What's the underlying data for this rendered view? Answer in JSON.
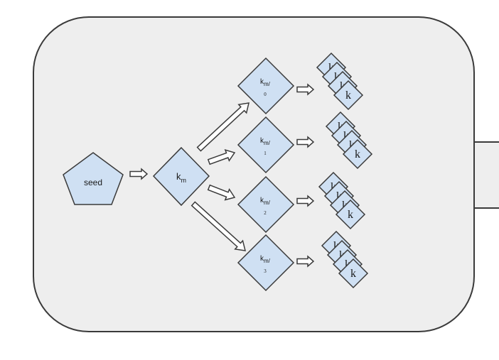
{
  "colors": {
    "wallet_fill": "#eeeeee",
    "stroke": "#3a3a3a",
    "node_fill": "#cfe0f3",
    "arrow_fill": "#ffffff"
  },
  "seed": {
    "label": "seed"
  },
  "master": {
    "base": "k",
    "sub": "m"
  },
  "children": [
    {
      "base": "k",
      "sub": "m/",
      "index": "0"
    },
    {
      "base": "k",
      "sub": "m/",
      "index": "1"
    },
    {
      "base": "k",
      "sub": "m/",
      "index": "2"
    },
    {
      "base": "k",
      "sub": "m/",
      "index": "3"
    }
  ],
  "grandchild_label": "k"
}
